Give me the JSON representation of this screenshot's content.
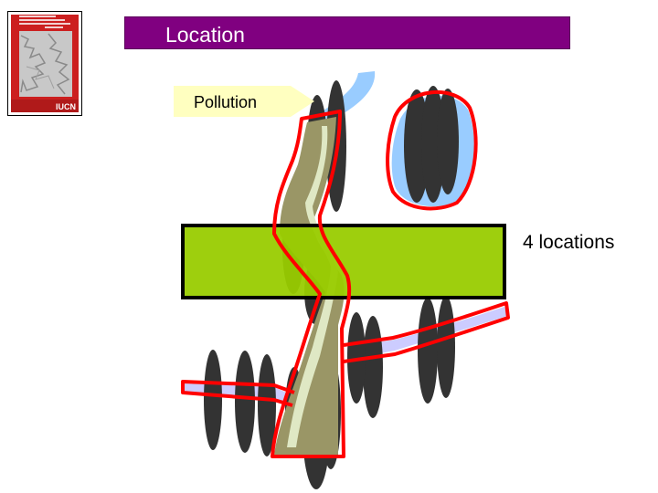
{
  "title": "Location",
  "pollution_label": "Pollution",
  "locations_label": "4 locations",
  "book_cover": {
    "brand": "IUCN"
  },
  "colors": {
    "title_bar": "#800080",
    "highlight_band": "#99cc00",
    "pollution_arrow": "#ffffc0",
    "outline": "#ff0000",
    "water": "#99ccff",
    "river": "#9a9666",
    "silhouettes": "#333333"
  }
}
